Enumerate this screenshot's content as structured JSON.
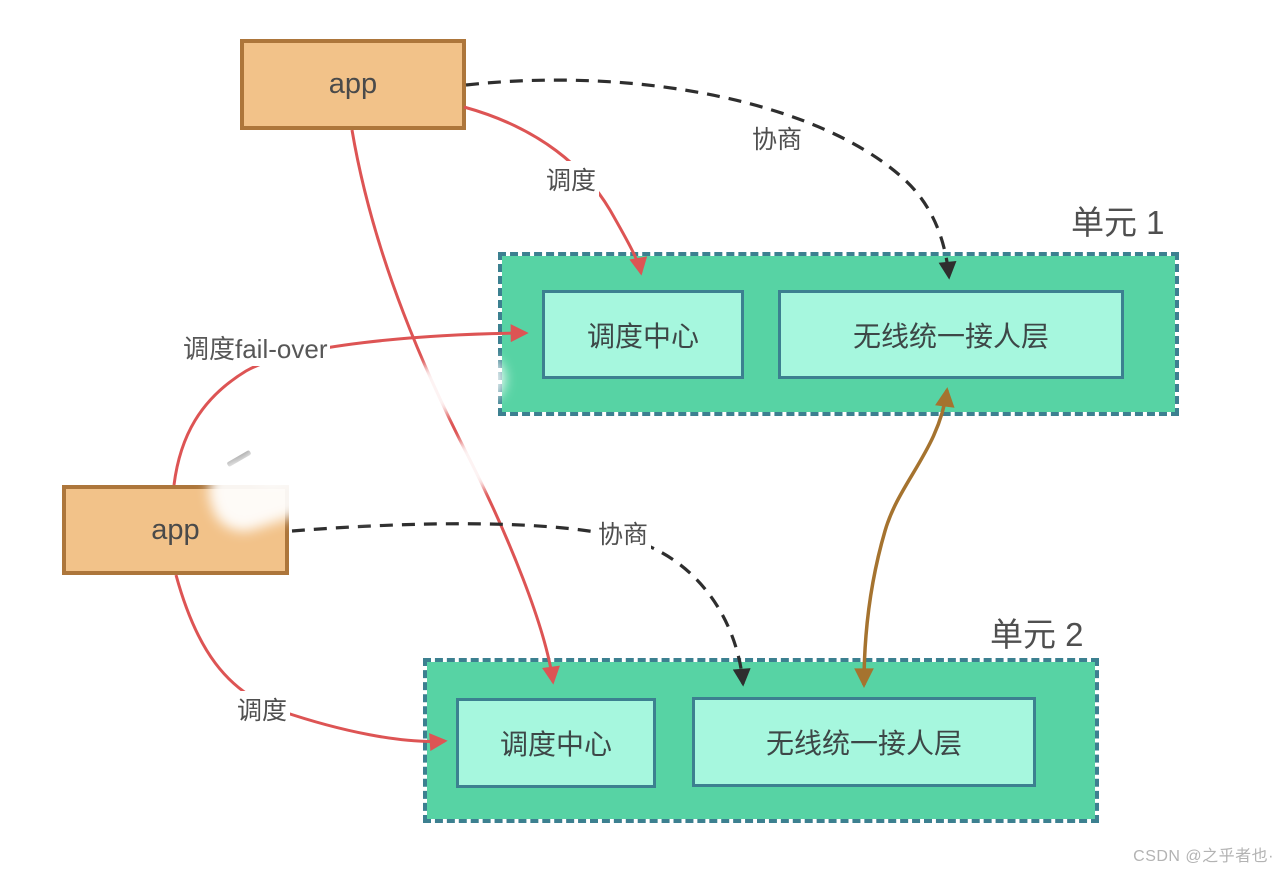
{
  "nodes": {
    "app_top": {
      "label": "app"
    },
    "app_bottom": {
      "label": "app"
    },
    "unit1": {
      "label": "单元 1",
      "dispatch_center": "调度中心",
      "access_layer": "无线统一接人层"
    },
    "unit2": {
      "label": "单元 2",
      "dispatch_center": "调度中心",
      "access_layer": "无线统一接人层"
    }
  },
  "edges": {
    "dispatch_top": {
      "label": "调度",
      "from": "app_top",
      "to": "unit1.dispatch_center",
      "style": "solid-curve"
    },
    "negotiate_top": {
      "label": "协商",
      "from": "app_top",
      "to": "unit1.access_layer",
      "style": "dashed-curve"
    },
    "failover": {
      "label": "调度fail-over",
      "from": "app_bottom",
      "to": "unit1.dispatch_center",
      "style": "solid-curve"
    },
    "dispatch_cross": {
      "label": "",
      "from": "app_top",
      "to": "unit2.dispatch_center",
      "style": "solid-curve"
    },
    "negotiate_bottom": {
      "label": "协商",
      "from": "app_bottom",
      "to": "unit2.access_layer",
      "style": "dashed-curve"
    },
    "dispatch_bottom": {
      "label": "调度",
      "from": "app_bottom",
      "to": "unit2.dispatch_center",
      "style": "solid-curve"
    },
    "access_link": {
      "label": "",
      "from": "unit2.access_layer",
      "to": "unit1.access_layer",
      "style": "solid-double-arrow"
    }
  },
  "colors": {
    "red": "#dd5454",
    "black": "#2e2e2e",
    "brown": "#a5732f",
    "unit_fill": "#57d3a4",
    "unit_border": "#3c8090",
    "inner_fill": "#a6f7de",
    "app_fill": "#f2c289",
    "app_border": "#ad763b"
  },
  "watermark": "CSDN @之乎者也·"
}
